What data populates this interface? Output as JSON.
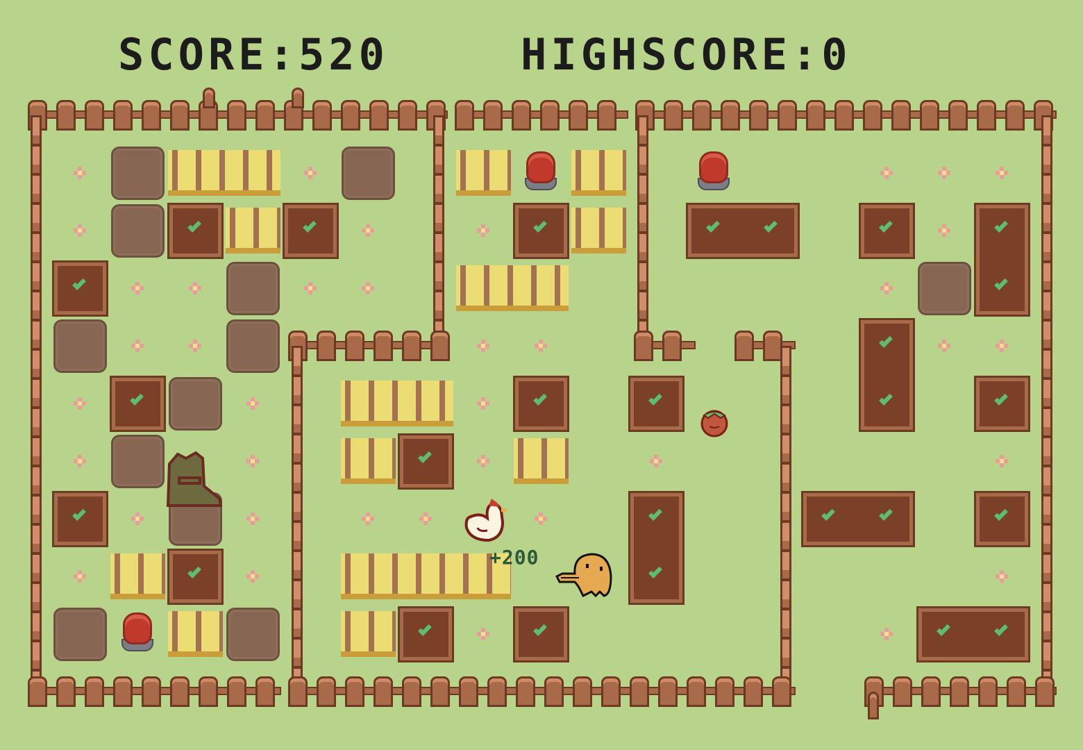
{
  "hud": {
    "score_label": "SCORE:520",
    "highscore_label": "HIGHSCORE:0",
    "score": 520,
    "highscore": 0
  },
  "popup": {
    "points_text": "+200"
  },
  "sprites": {
    "player": "duck-icon",
    "npc": "chicken-icon",
    "enemy": "ghost-slime-icon",
    "pickup": "tomato-pot-icon"
  },
  "colors": {
    "grass": "#b8d48a",
    "fence": "#a86a48",
    "hay": "#ecdc74",
    "soil": "#7a4028",
    "button": "#c0392b"
  }
}
